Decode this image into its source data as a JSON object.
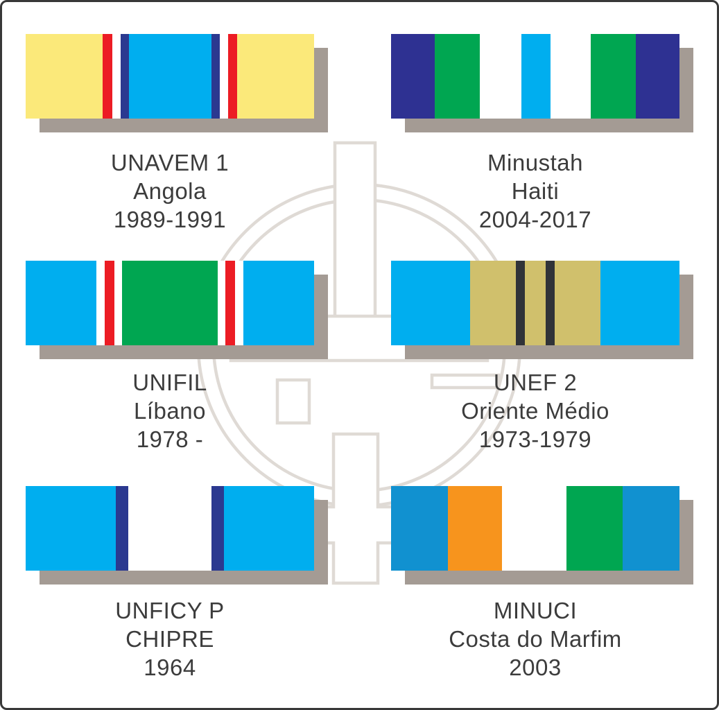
{
  "page": {
    "background": "#FFFFFF",
    "border_color": "#383838",
    "text_color": "#3C3C3C",
    "shadow_color": "#A49B94",
    "watermark_color": "#DFDAD5",
    "watermark": "un-peacekeeping-emblem-outline"
  },
  "palette": {
    "un_light_blue": "#00AEEF",
    "navy": "#2B3990",
    "minustah_navy": "#2E3192",
    "red": "#EC1C24",
    "yellow": "#FBE97A",
    "green": "#00A651",
    "sand": "#D0C06C",
    "charcoal": "#303338",
    "orange": "#F7941D",
    "minuci_blue": "#1191D0",
    "white": "#FFFFFF"
  },
  "ribbons": [
    {
      "name": "UNAVEM 1",
      "place": "Angola",
      "years": "1989-1991",
      "stripes": [
        {
          "color": "#FBE97A",
          "width": 26.8
        },
        {
          "color": "#EC1C24",
          "width": 3.2
        },
        {
          "color": "#FFFFFF",
          "width": 3.0
        },
        {
          "color": "#2B3990",
          "width": 2.8
        },
        {
          "color": "#00AEEF",
          "width": 28.6
        },
        {
          "color": "#2B3990",
          "width": 2.8
        },
        {
          "color": "#FFFFFF",
          "width": 3.0
        },
        {
          "color": "#EC1C24",
          "width": 3.2
        },
        {
          "color": "#FBE97A",
          "width": 26.6
        }
      ]
    },
    {
      "name": "Minustah",
      "place": "Haiti",
      "years": "2004-2017",
      "stripes": [
        {
          "color": "#2E3192",
          "width": 15.2
        },
        {
          "color": "#00A651",
          "width": 15.6
        },
        {
          "color": "#FFFFFF",
          "width": 14.4
        },
        {
          "color": "#00AEEF",
          "width": 10.0
        },
        {
          "color": "#FFFFFF",
          "width": 14.0
        },
        {
          "color": "#00A651",
          "width": 15.6
        },
        {
          "color": "#2E3192",
          "width": 15.2
        }
      ]
    },
    {
      "name": "UNIFIL",
      "place": "Líbano",
      "years": "1978 -",
      "stripes": [
        {
          "color": "#00AEEF",
          "width": 24.5
        },
        {
          "color": "#FFFFFF",
          "width": 2.8
        },
        {
          "color": "#EC1C24",
          "width": 3.4
        },
        {
          "color": "#FFFFFF",
          "width": 2.6
        },
        {
          "color": "#00A651",
          "width": 33.4
        },
        {
          "color": "#FFFFFF",
          "width": 2.6
        },
        {
          "color": "#EC1C24",
          "width": 3.4
        },
        {
          "color": "#FFFFFF",
          "width": 2.8
        },
        {
          "color": "#00AEEF",
          "width": 24.5
        }
      ]
    },
    {
      "name": "UNEF 2",
      "place": "Oriente Médio",
      "years": "1973-1979",
      "stripes": [
        {
          "color": "#00AEEF",
          "width": 27.4
        },
        {
          "color": "#D0C06C",
          "width": 15.9
        },
        {
          "color": "#303338",
          "width": 3.1
        },
        {
          "color": "#D0C06C",
          "width": 7.2
        },
        {
          "color": "#303338",
          "width": 3.1
        },
        {
          "color": "#D0C06C",
          "width": 15.9
        },
        {
          "color": "#00AEEF",
          "width": 27.4
        }
      ]
    },
    {
      "name": "UNFICY P",
      "place": "CHIPRE",
      "years": "1964",
      "stripes": [
        {
          "color": "#00AEEF",
          "width": 31.2
        },
        {
          "color": "#2B3990",
          "width": 4.3
        },
        {
          "color": "#FFFFFF",
          "width": 29.0
        },
        {
          "color": "#2B3990",
          "width": 4.3
        },
        {
          "color": "#00AEEF",
          "width": 31.2
        }
      ]
    },
    {
      "name": "MINUCI",
      "place": "Costa do Marfim",
      "years": "2003",
      "stripes": [
        {
          "color": "#1191D0",
          "width": 19.6
        },
        {
          "color": "#F7941D",
          "width": 18.8
        },
        {
          "color": "#FFFFFF",
          "width": 22.4
        },
        {
          "color": "#00A651",
          "width": 19.6
        },
        {
          "color": "#1191D0",
          "width": 19.6
        }
      ]
    }
  ]
}
